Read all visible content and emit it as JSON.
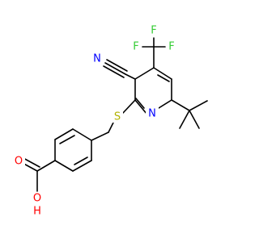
{
  "structure": {
    "atom_labels": {
      "nitrile_n": "N",
      "ring_n": "N",
      "sulfur": "S",
      "fluorine_1": "F",
      "fluorine_2": "F",
      "fluorine_3": "F",
      "hydroxyl": "OH",
      "hydroxyl_o": "O",
      "hydroxyl_h": "H",
      "carbonyl_o": "O"
    },
    "colors": {
      "bond": "#000000",
      "nitrogen": "#0000ff",
      "sulfur": "#b2b200",
      "fluorine": "#33cc33",
      "oxygen": "#ff0000"
    }
  }
}
